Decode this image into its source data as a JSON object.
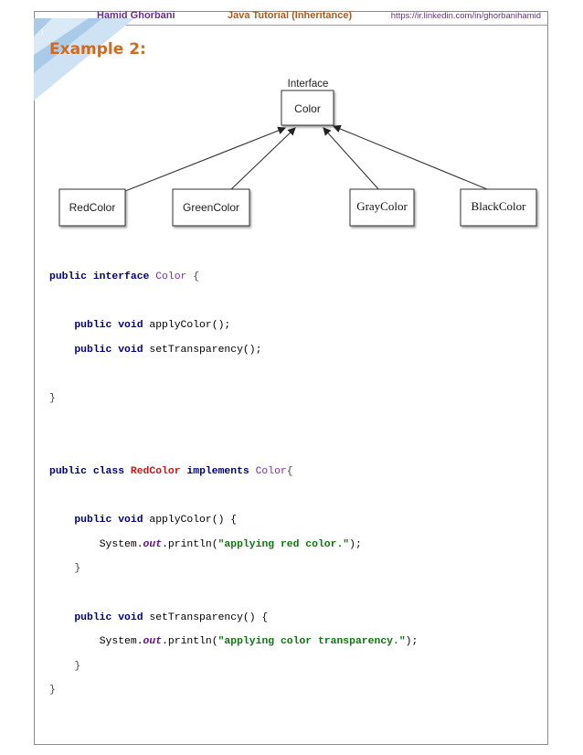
{
  "header": {
    "author": "Hamid Ghorbani",
    "title": "Java Tutorial (Inheritance)",
    "link": "https://ir.linkedin.com/in/ghorbanihamid"
  },
  "page_marker": "\\",
  "heading": "Example 2:",
  "diagram": {
    "interface_label": "Interface",
    "interface_name": "Color",
    "classes": [
      "RedColor",
      "GreenColor",
      "GrayColor",
      "BlackColor"
    ]
  },
  "code": {
    "interface_decl": [
      "public interface ",
      "Color",
      " {"
    ],
    "method1": [
      "public void ",
      "applyColor();"
    ],
    "method2": [
      "public void ",
      "setTransparency();"
    ],
    "close1": "}",
    "class_decl": [
      "public class ",
      "RedColor",
      " implements ",
      "Color",
      "{"
    ],
    "m1_sig": [
      "public void ",
      "applyColor() {"
    ],
    "m1_body": [
      "System.",
      "out",
      ".println(",
      "\"applying red color.\"",
      ");"
    ],
    "m1_close": "}",
    "m2_sig": [
      "public void ",
      "setTransparency() {"
    ],
    "m2_body": [
      "System.",
      "out",
      ".println(",
      "\"applying color transparency.\"",
      ");"
    ],
    "m2_close": "}",
    "close2": "}"
  },
  "colors": {
    "heading": "#d2691e",
    "header_author": "#6b2f8f",
    "header_title": "#b05a1a",
    "keyword": "#000080",
    "string": "#0a7a0a",
    "class_name": "#d01515"
  }
}
